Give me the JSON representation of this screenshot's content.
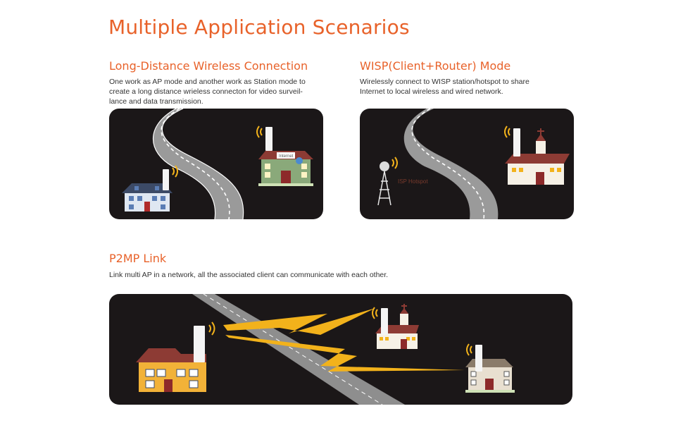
{
  "page": {
    "title": "Multiple Application Scenarios"
  },
  "sections": {
    "long_distance": {
      "heading": "Long-Distance Wireless Connection",
      "line1": "One work as AP mode and another work as Station mode to",
      "line2": "create a long distance wrieless connecton for video surveil-",
      "line3": "lance and data transmission.",
      "building_sign": "Internet"
    },
    "wisp": {
      "heading": "WISP(Client+Router) Mode",
      "line1": "Wirelessly connect to WISP station/hotspot to share",
      "line2": "Internet to local wireless and wired network.",
      "tower_label": "ISP Hotspot"
    },
    "p2mp": {
      "heading": "P2MP Link",
      "line1": "Link multi AP in a network, all the associated client can communicate with each other."
    }
  },
  "icons": [
    "wifi-signal-icon",
    "access-point-icon",
    "house-icon",
    "school-icon",
    "church-icon",
    "radio-tower-icon",
    "lightning-link-icon",
    "road-icon"
  ],
  "colors": {
    "accent": "#e8622a",
    "panel_bg": "#1b1718",
    "signal": "#f2b21b"
  }
}
